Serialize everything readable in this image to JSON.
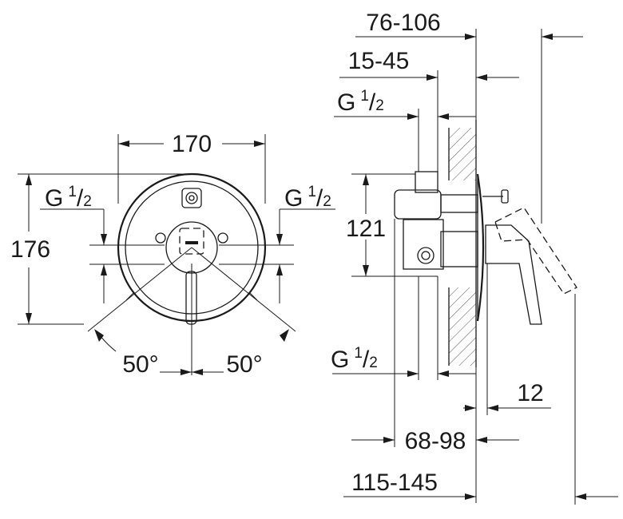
{
  "front_view": {
    "width_dim": "170",
    "height_dim": "176",
    "thread_left": {
      "prefix": "G",
      "num": "1",
      "den": "2"
    },
    "thread_right": {
      "prefix": "G",
      "num": "1",
      "den": "2"
    },
    "angle_left": "50°",
    "angle_right": "50°"
  },
  "side_view": {
    "dim_top": "76-106",
    "dim_second": "15-45",
    "thread_top": {
      "prefix": "G",
      "num": "1",
      "den": "2"
    },
    "dim_height": "121",
    "thread_bottom": {
      "prefix": "G",
      "num": "1",
      "den": "2"
    },
    "dim_lever": "12",
    "dim_body": "68-98",
    "dim_total": "115-145"
  }
}
